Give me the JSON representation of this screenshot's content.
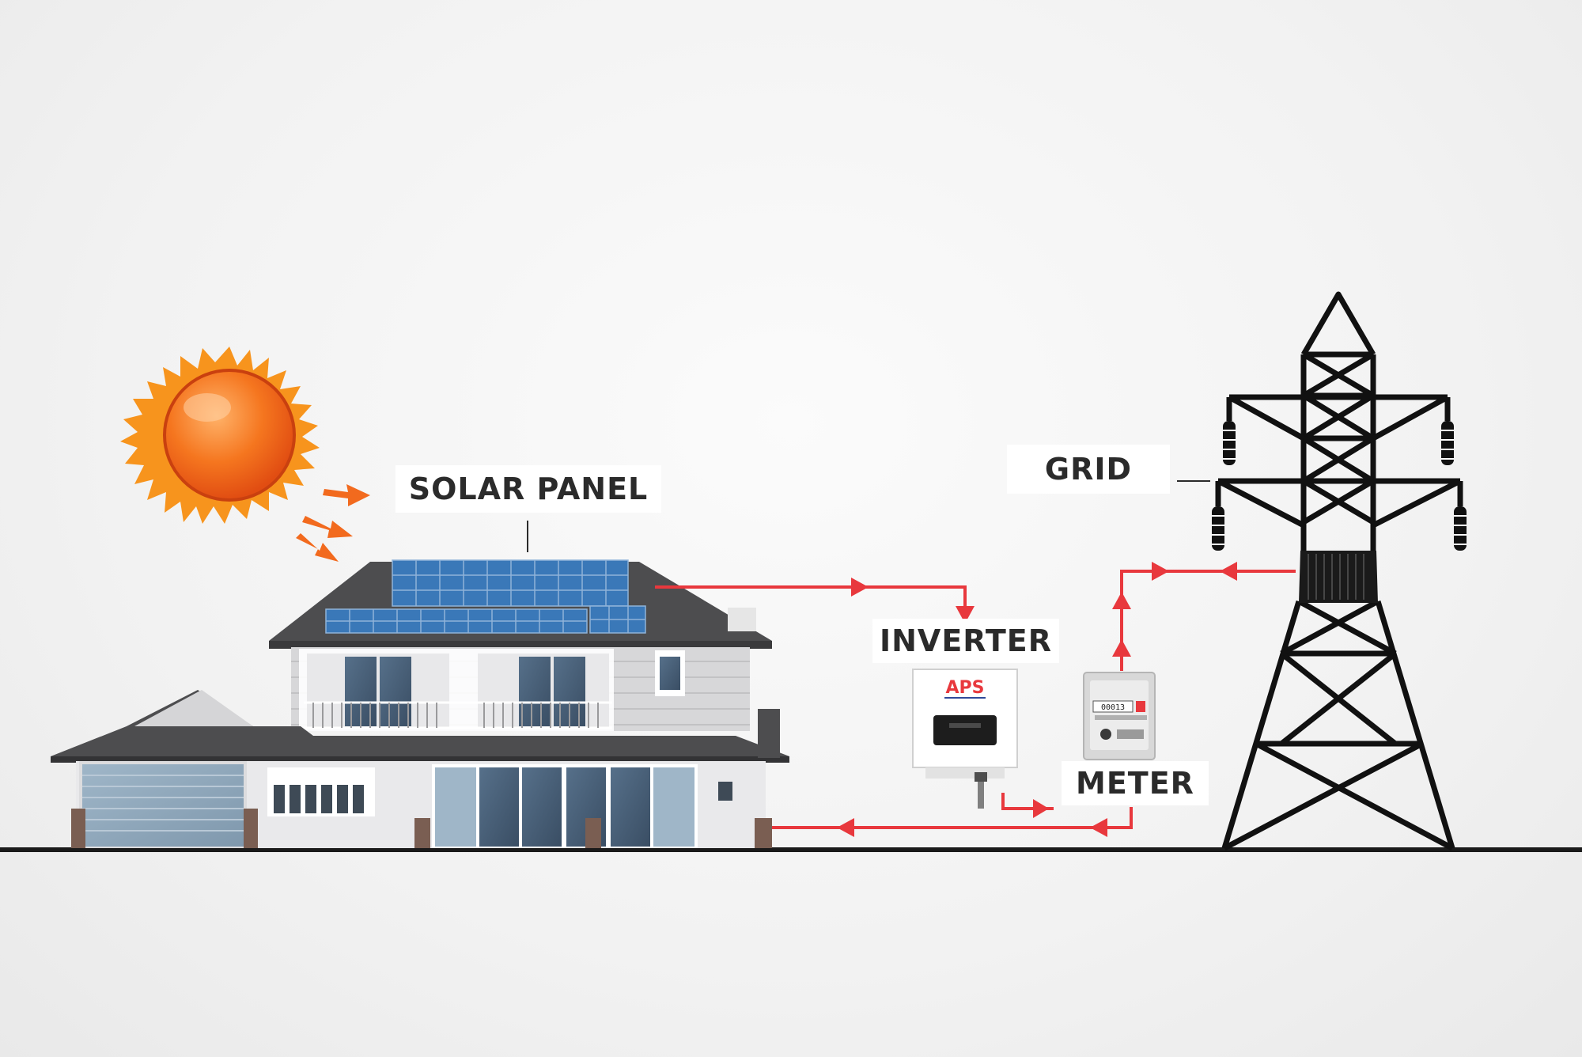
{
  "labels": {
    "solar_panel": "SOLAR PANEL",
    "inverter": "INVERTER",
    "meter": "METER",
    "grid": "GRID"
  },
  "inverter_brand": "APS",
  "meter_reading": "00013",
  "colors": {
    "flow_line": "#e8383d",
    "sun": "#f26a1e",
    "sun_rays": "#f7941d",
    "roof": "#4d4d4f",
    "solar_cells": "#3a78b8",
    "tower": "#111111",
    "ground": "#1a1a1a"
  },
  "icons": [
    "sun-icon",
    "house-icon",
    "solar-panel-icon",
    "inverter-icon",
    "meter-icon",
    "transmission-tower-icon"
  ]
}
